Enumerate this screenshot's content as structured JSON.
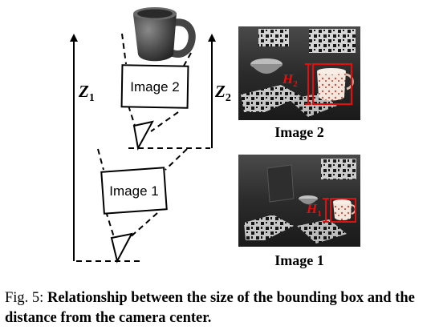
{
  "figure": {
    "diagram": {
      "image2_label": "Image 2",
      "image1_label": "Image 1",
      "z1_letter": "Z",
      "z1_sub": "1",
      "z2_letter": "Z",
      "z2_sub": "2"
    },
    "photos": {
      "top_caption": "Image 2",
      "bottom_caption": "Image 1",
      "h2_letter": "H",
      "h2_sub": "2",
      "h1_letter": "H",
      "h1_sub": "1",
      "bbox_color": "#e01010"
    }
  },
  "caption": {
    "prefix": "Fig. 5: ",
    "body": "Relationship between the size of the bounding box and the distance from the camera center."
  }
}
